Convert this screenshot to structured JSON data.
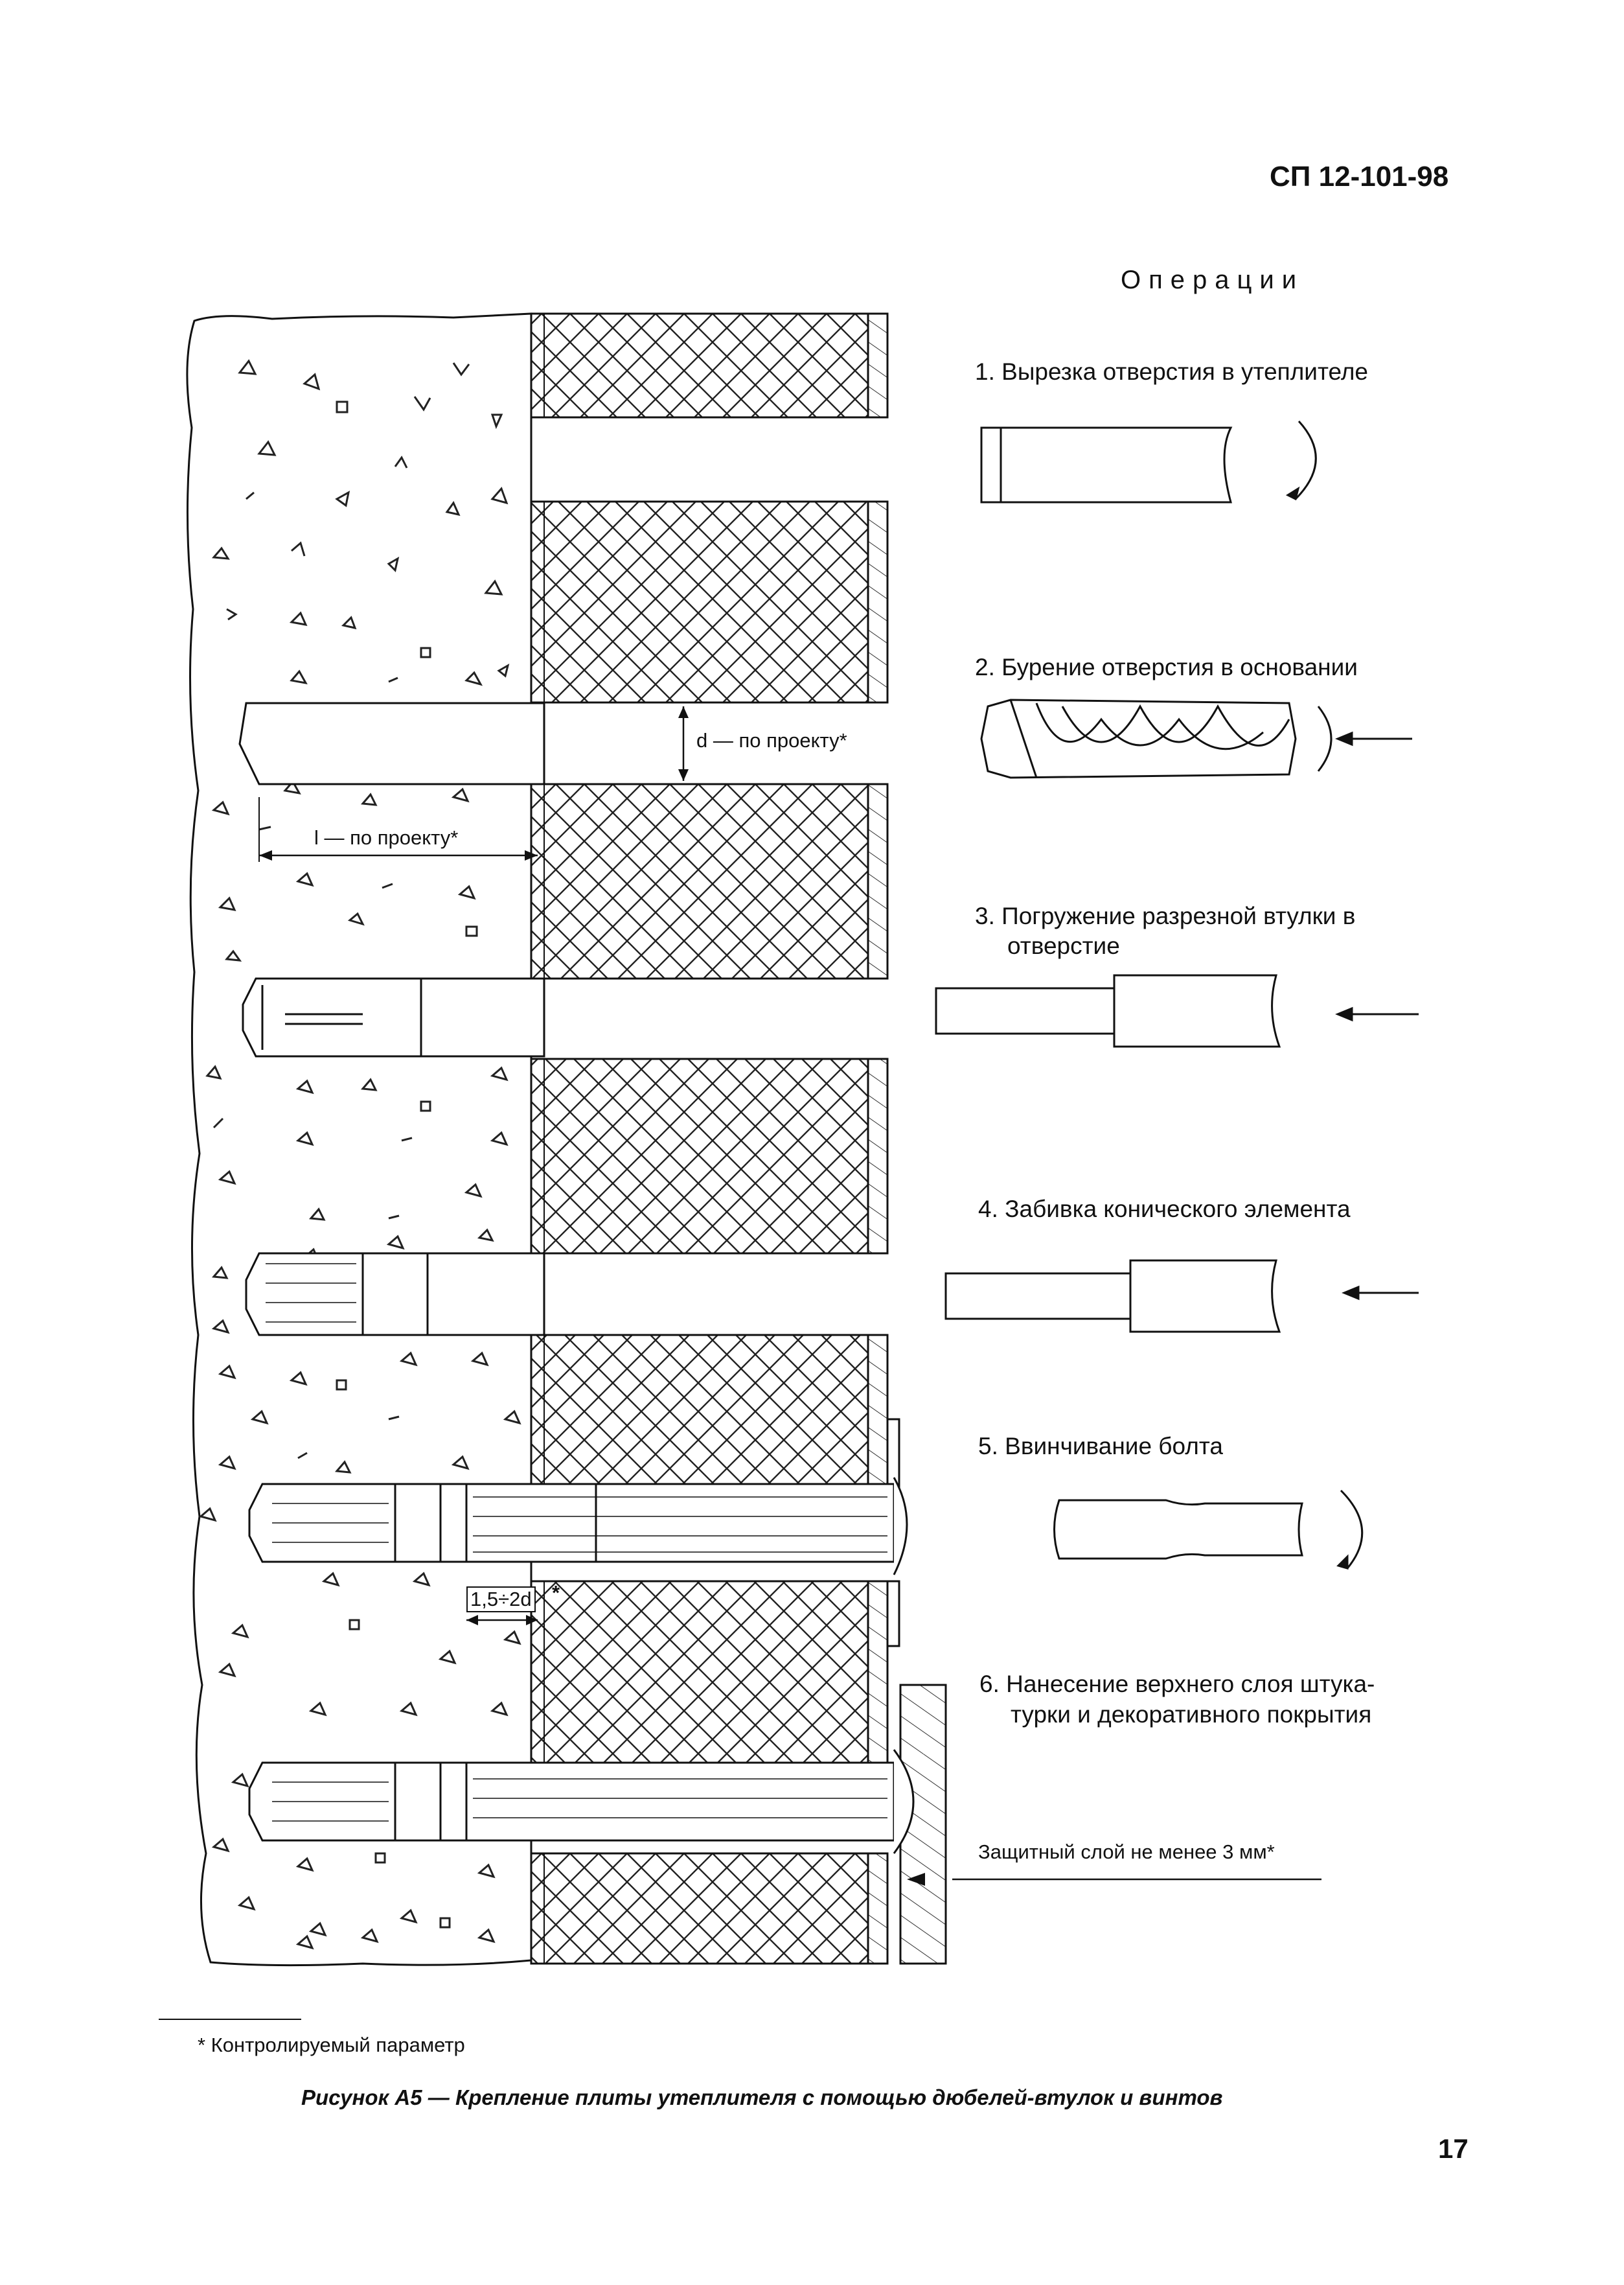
{
  "header": {
    "doc_code": "СП 12-101-98"
  },
  "operations": {
    "title": "Операции",
    "steps": [
      "1. Вырезка отверстия в утеплителе",
      "2. Бурение отверстия в основании",
      "3. Погружение разрезной втулки в",
      "отверстие",
      "4. Забивка конического элемента",
      "5. Ввинчивание болта",
      "6. Нанесение верхнего слоя штука-",
      "турки и декоративного покрытия"
    ]
  },
  "labels": {
    "diameter": "d — по проекту*",
    "length": "l — по проекту*",
    "gap": "1,5÷2d",
    "gap_star": "*",
    "protective_layer": "Защитный слой не менее 3 мм*"
  },
  "footnote": "* Контролируемый параметр",
  "caption": "Рисунок А5 — Крепление плиты утеплителя с помощью дюбелей-втулок и винтов",
  "page_number": "17"
}
